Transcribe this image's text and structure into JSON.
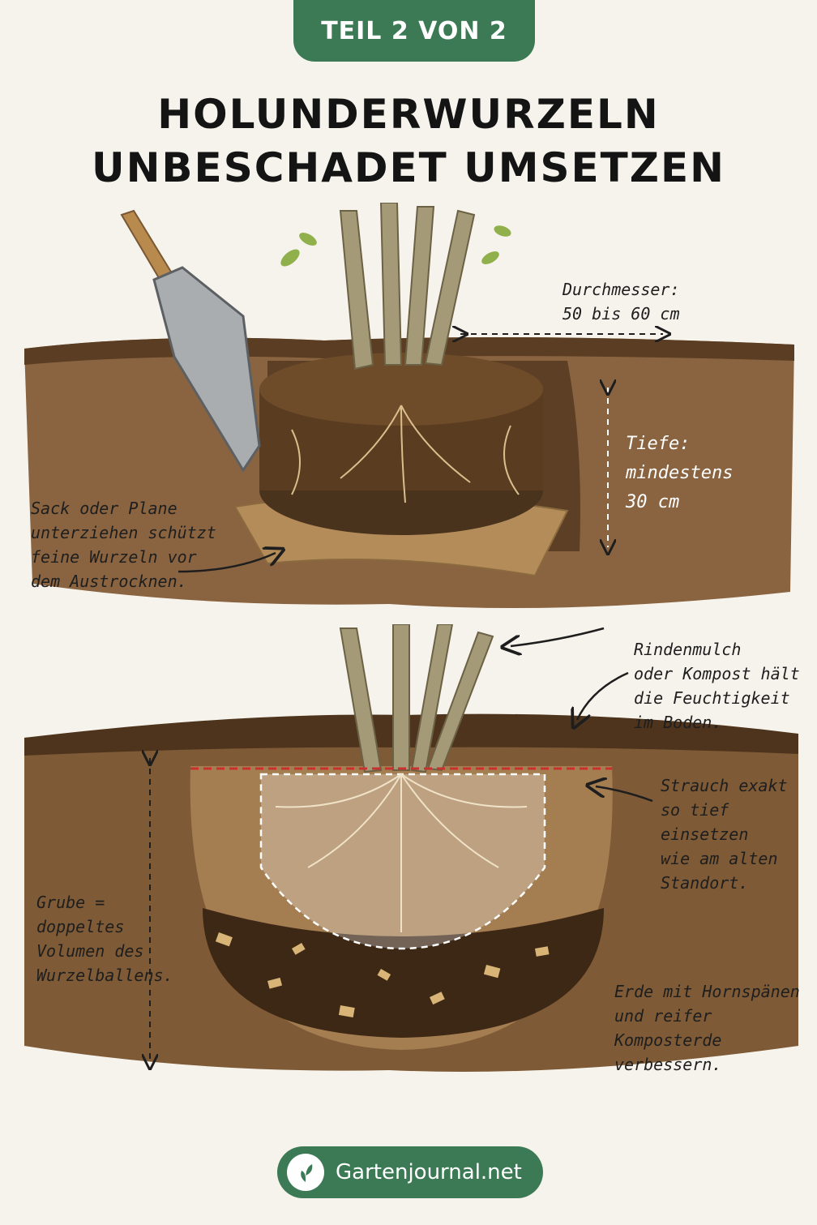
{
  "badge": "TEIL 2 VON 2",
  "title": {
    "line1": "HOLUNDERWURZELN",
    "line2": "UNBESCHADET UMSETZEN"
  },
  "top_scene": {
    "diameter_label": "Durchmesser:\n50 bis 60 cm",
    "depth_label": "Tiefe:\nmindestens\n30 cm",
    "sack_label": "Sack oder Plane\nunterziehen schützt\nfeine Wurzeln vor\ndem Austrocknen."
  },
  "bottom_scene": {
    "mulch_label": "Rindenmulch\noder Kompost hält\ndie Feuchtigkeit\nim Boden.",
    "depth_note": "Strauch exakt\nso tief einsetzen\nwie am alten\nStandort.",
    "pit_label": "Grube =\ndoppeltes\nVolumen des\nWurzelballens.",
    "soil_label": "Erde mit Hornspänen\nund reifer Komposterde\nverbessern."
  },
  "footer": {
    "brand": "Gartenjournal.net",
    "logo_icon": "plant-leaf-icon"
  },
  "colors": {
    "accent_green": "#3c7a55",
    "soil_brown": "#7a5534",
    "guide_red": "#c8322e"
  }
}
